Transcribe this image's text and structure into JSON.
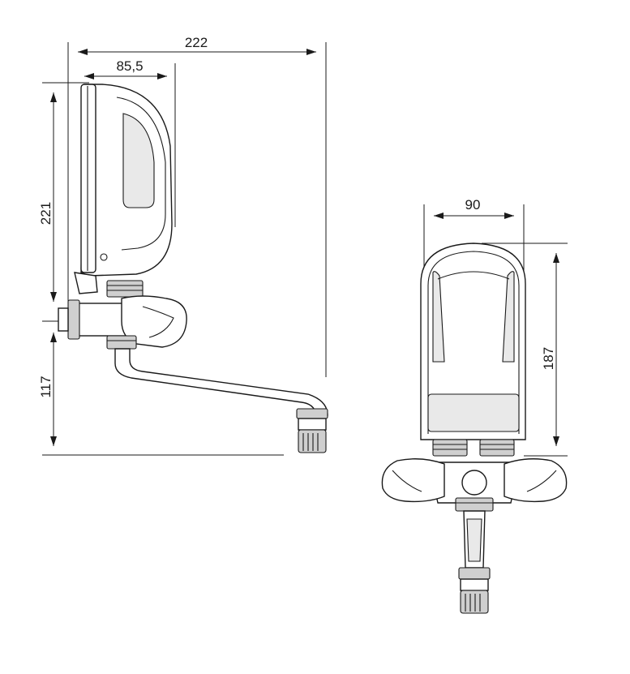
{
  "dimensions": {
    "total_width": "222",
    "depth": "85,5",
    "height": "221",
    "outlet_height": "117",
    "front_width": "90",
    "front_height": "187"
  }
}
